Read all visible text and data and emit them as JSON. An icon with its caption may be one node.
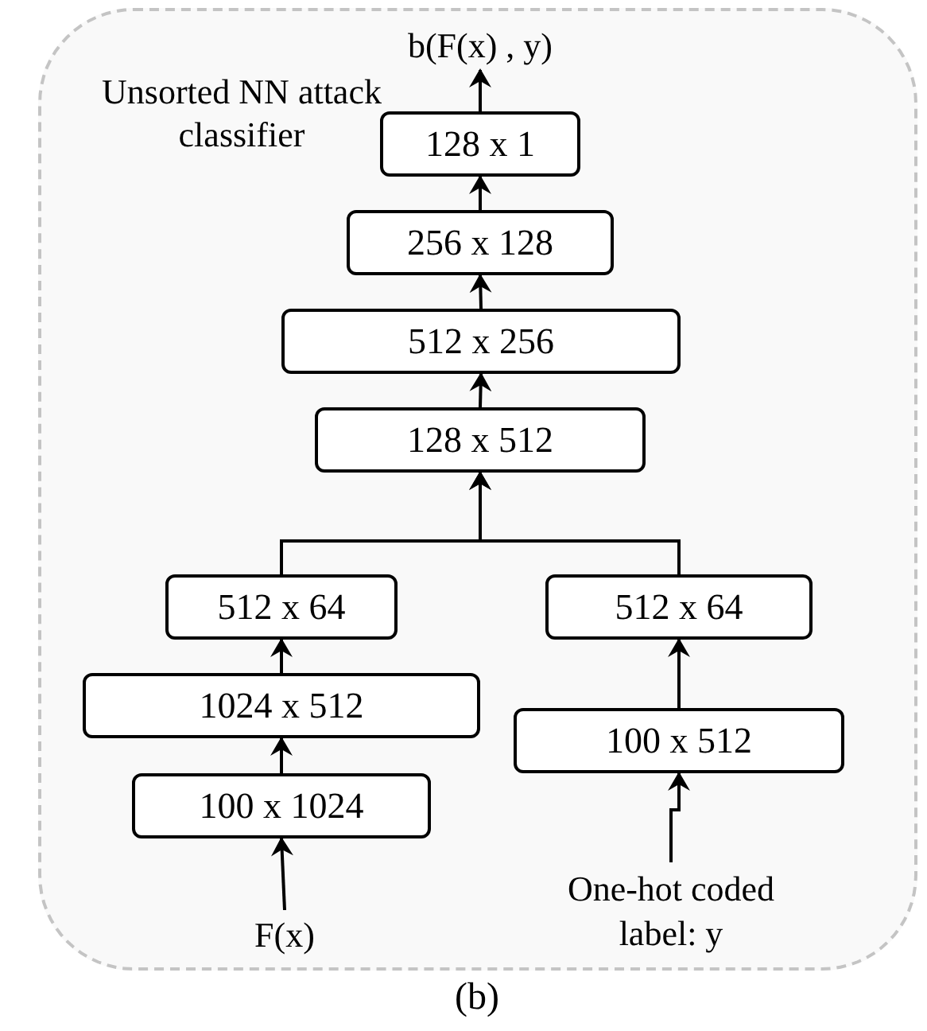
{
  "diagram": {
    "caption": "(b)",
    "nodes": [
      {
        "text": [
          "Unsorted NN attack classifier"
        ]
      },
      {
        "text": [
          "b(F(x) , y)"
        ],
        "in": 0
      },
      {
        "text": [
          "128 x 1"
        ],
        "in": 0
      },
      {
        "text": [
          "256 x 128"
        ],
        "in": 0
      },
      {
        "text": [
          "512 x 256"
        ],
        "in": 0
      },
      {
        "text": [
          "128 x 512"
        ],
        "in": 0
      },
      {
        "text": [
          "512 x 64"
        ],
        "in": 0
      },
      {
        "text": [
          "512 x 64"
        ],
        "in": 0
      },
      {
        "text": [
          "1024 x 512"
        ],
        "in": 0
      },
      {
        "text": [
          "100 x 512"
        ],
        "in": 0
      },
      {
        "text": [
          "100 x 1024"
        ],
        "in": 0
      },
      {
        "text": [
          "F(x)"
        ],
        "in": 0
      },
      {
        "text": [
          "One-hot coded label: y"
        ],
        "in": 0
      }
    ],
    "edges": [
      {
        "from": 2,
        "to": 1,
        "arrow": "to"
      },
      {
        "from": 3,
        "to": 2,
        "arrow": "to"
      },
      {
        "from": 4,
        "to": 3,
        "arrow": "to"
      },
      {
        "from": 5,
        "to": 4,
        "arrow": "to"
      },
      {
        "from": 6,
        "to": 5,
        "arrow": "to"
      },
      {
        "from": 7,
        "to": 5,
        "arrow": "to"
      },
      {
        "from": 8,
        "to": 6,
        "arrow": "to"
      },
      {
        "from": 10,
        "to": 8,
        "arrow": "to"
      },
      {
        "from": 11,
        "to": 10,
        "arrow": "to"
      },
      {
        "from": 9,
        "to": 7,
        "arrow": "to"
      },
      {
        "from": 12,
        "to": 9,
        "arrow": "to"
      }
    ]
  }
}
